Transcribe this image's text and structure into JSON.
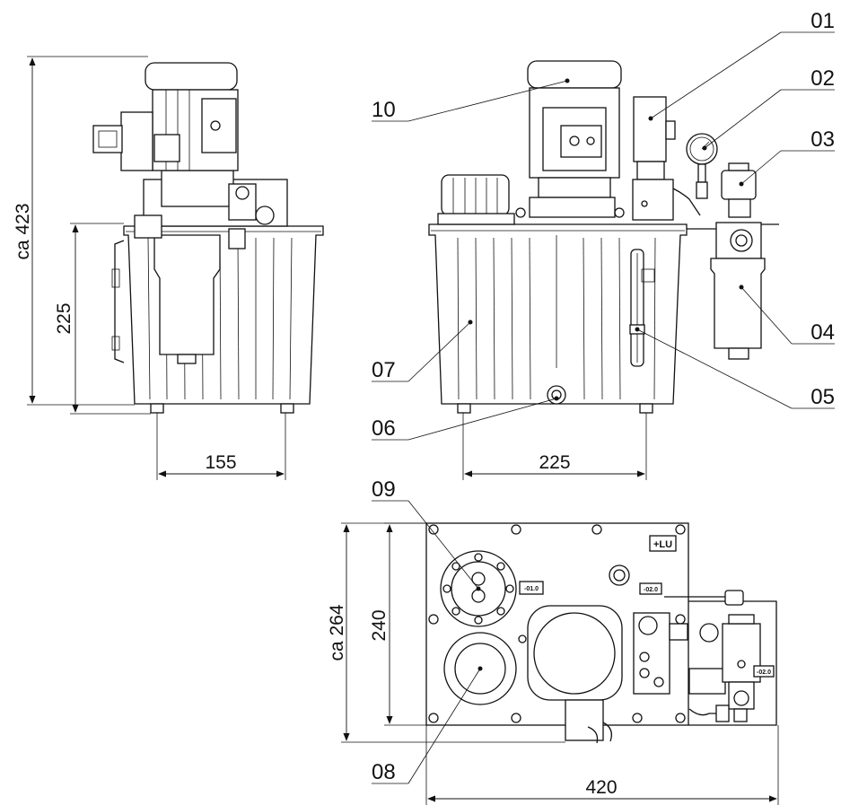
{
  "dimensions": {
    "height_total": "ca 423",
    "height_tank": "225",
    "width_side": "155",
    "width_front": "225",
    "depth_top": "ca 264",
    "depth_plate": "240",
    "width_top": "420"
  },
  "callouts": [
    {
      "id": "01",
      "label": "01"
    },
    {
      "id": "02",
      "label": "02"
    },
    {
      "id": "03",
      "label": "03"
    },
    {
      "id": "04",
      "label": "04"
    },
    {
      "id": "05",
      "label": "05"
    },
    {
      "id": "06",
      "label": "06"
    },
    {
      "id": "07",
      "label": "07"
    },
    {
      "id": "08",
      "label": "08"
    },
    {
      "id": "09",
      "label": "09"
    },
    {
      "id": "10",
      "label": "10"
    }
  ],
  "plate_tags": {
    "lu": "+LU",
    "t1": "-01.0",
    "t2": "-02.0",
    "t3": "-02.0"
  }
}
